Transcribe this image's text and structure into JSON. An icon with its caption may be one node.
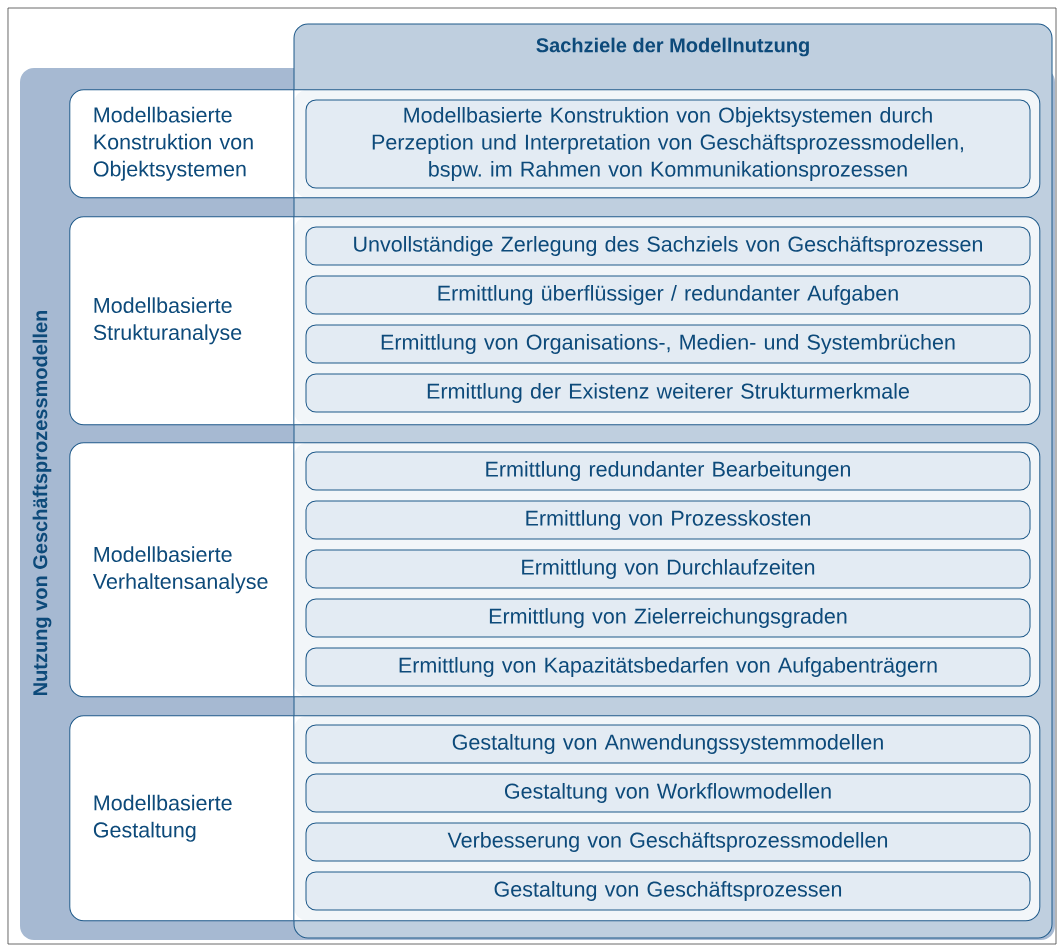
{
  "diagram": {
    "nodes": [
      {
        "text": [
          "Nutzung von Geschäftsprozessmodellen"
        ]
      },
      {
        "text": [
          "Sachziele der Modellnutzung"
        ]
      },
      {
        "text": [
          "Modellbasierte Konstruktion von Objektsystemen"
        ],
        "in": 0
      },
      {
        "text": [
          "Modellbasierte Konstruktion von Objektsystemen durch Perzeption und Interpretation von Geschäftsprozessmodellen, bspw. im Rahmen von Kommunikationsprozessen"
        ]
      },
      {
        "text": [
          "Modellbasierte Strukturanalyse"
        ],
        "in": 0
      },
      {
        "text": [
          "Unvollständige Zerlegung des Sachziels von Geschäftsprozessen"
        ]
      },
      {
        "text": [
          "Ermittlung überflüssiger / redundanter Aufgaben"
        ]
      },
      {
        "text": [
          "Ermittlung von Organisations-, Medien- und Systembrüchen"
        ]
      },
      {
        "text": [
          "Ermittlung der Existenz weiterer Strukturmerkmale"
        ]
      },
      {
        "text": [
          "Modellbasierte Verhaltensanalyse"
        ],
        "in": 0
      },
      {
        "text": [
          "Ermittlung redundanter Bearbeitungen"
        ]
      },
      {
        "text": [
          "Ermittlung von Prozesskosten"
        ]
      },
      {
        "text": [
          "Ermittlung von Durchlaufzeiten"
        ]
      },
      {
        "text": [
          "Ermittlung von Zielerreichungsgraden"
        ]
      },
      {
        "text": [
          "Ermittlung von Kapazitätsbedarfen von Aufgabenträgern"
        ]
      },
      {
        "text": [
          "Modellbasierte Gestaltung"
        ],
        "in": 0
      },
      {
        "text": [
          "Gestaltung von Anwendungssystemmodellen"
        ]
      },
      {
        "text": [
          "Gestaltung von Workflowmodellen"
        ]
      },
      {
        "text": [
          "Verbesserung von Geschäftsprozessmodellen"
        ]
      },
      {
        "text": [
          "Gestaltung von Geschäftsprozessen"
        ]
      }
    ]
  }
}
